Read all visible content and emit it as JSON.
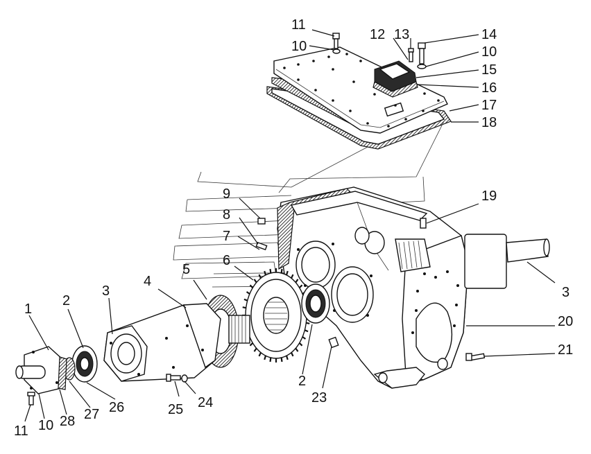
{
  "diagram": {
    "callouts": [
      {
        "id": "c11a",
        "label": "11"
      },
      {
        "id": "c10a",
        "label": "10"
      },
      {
        "id": "c12",
        "label": "12"
      },
      {
        "id": "c13",
        "label": "13"
      },
      {
        "id": "c14",
        "label": "14"
      },
      {
        "id": "c10b",
        "label": "10"
      },
      {
        "id": "c15",
        "label": "15"
      },
      {
        "id": "c16",
        "label": "16"
      },
      {
        "id": "c17",
        "label": "17"
      },
      {
        "id": "c18",
        "label": "18"
      },
      {
        "id": "c9",
        "label": "9"
      },
      {
        "id": "c8",
        "label": "8"
      },
      {
        "id": "c7",
        "label": "7"
      },
      {
        "id": "c6",
        "label": "6"
      },
      {
        "id": "c5",
        "label": "5"
      },
      {
        "id": "c4",
        "label": "4"
      },
      {
        "id": "c3a",
        "label": "3"
      },
      {
        "id": "c2a",
        "label": "2"
      },
      {
        "id": "c1",
        "label": "1"
      },
      {
        "id": "c19",
        "label": "19"
      },
      {
        "id": "c3b",
        "label": "3"
      },
      {
        "id": "c20",
        "label": "20"
      },
      {
        "id": "c21",
        "label": "21"
      },
      {
        "id": "c2b",
        "label": "2"
      },
      {
        "id": "c23",
        "label": "23"
      },
      {
        "id": "c24",
        "label": "24"
      },
      {
        "id": "c25",
        "label": "25"
      },
      {
        "id": "c26",
        "label": "26"
      },
      {
        "id": "c27",
        "label": "27"
      },
      {
        "id": "c28",
        "label": "28"
      },
      {
        "id": "c10c",
        "label": "10"
      },
      {
        "id": "c11b",
        "label": "11"
      }
    ]
  }
}
